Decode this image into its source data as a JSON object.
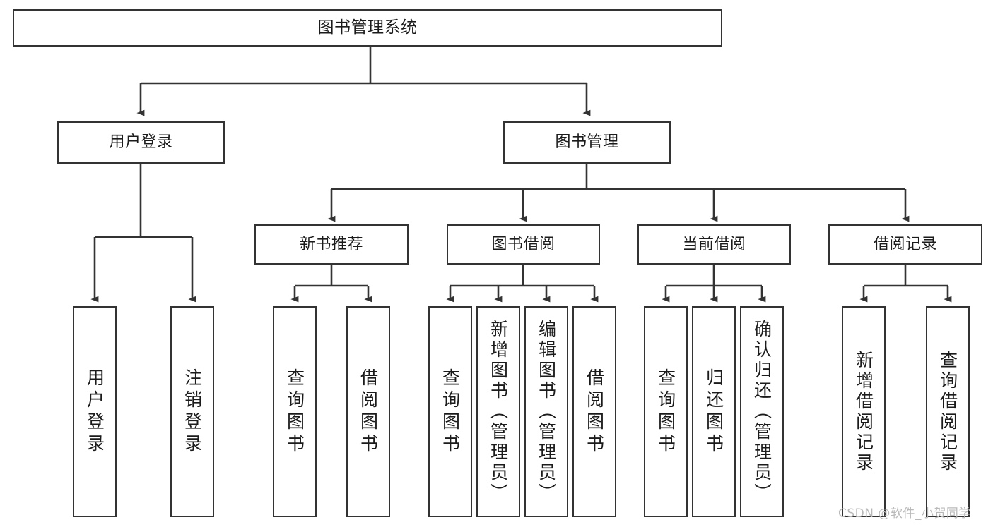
{
  "diagram": {
    "title": "图书管理系统",
    "type": "tree",
    "stroke_color": "#333333",
    "background_color": "#ffffff",
    "watermark": "CSDN @软件_小贺同学"
  },
  "nodes": {
    "root": {
      "label": "图书管理系统"
    },
    "level2": [
      {
        "label": "用户登录"
      },
      {
        "label": "图书管理"
      }
    ],
    "level3": [
      {
        "label": "新书推荐"
      },
      {
        "label": "图书借阅"
      },
      {
        "label": "当前借阅"
      },
      {
        "label": "借阅记录"
      }
    ],
    "leaves": {
      "user_login": [
        {
          "label": "用户登录"
        },
        {
          "label": "注销登录"
        }
      ],
      "new_book_recommend": [
        {
          "label": "查询图书"
        },
        {
          "label": "借阅图书"
        }
      ],
      "book_borrow": [
        {
          "label": "查询图书"
        },
        {
          "label": "新增图书（管理员）"
        },
        {
          "label": "编辑图书（管理员）"
        },
        {
          "label": "借阅图书"
        }
      ],
      "current_borrow": [
        {
          "label": "查询图书"
        },
        {
          "label": "归还图书"
        },
        {
          "label": "确认归还（管理员）"
        }
      ],
      "borrow_record": [
        {
          "label": "新增借阅记录"
        },
        {
          "label": "查询借阅记录"
        }
      ]
    }
  }
}
